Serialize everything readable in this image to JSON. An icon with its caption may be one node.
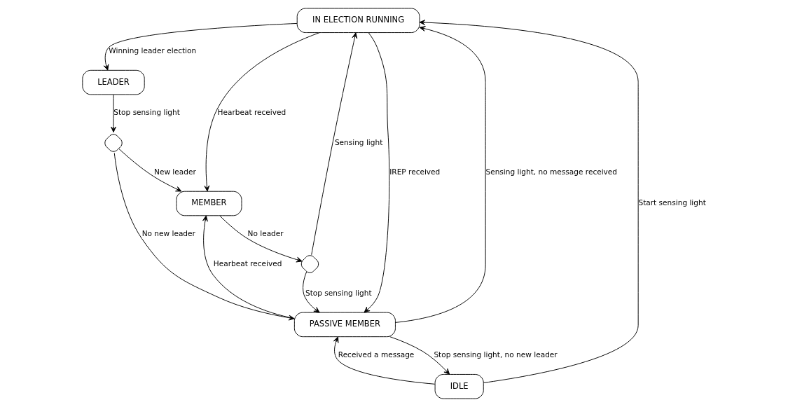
{
  "diagram": {
    "nodes": [
      {
        "text": [
          "IN ELECTION RUNNING"
        ]
      },
      {
        "text": [
          "LEADER"
        ]
      },
      {
        "text": [
          "MEMBER"
        ]
      },
      {
        "text": [],
        "shape": "diamond"
      },
      {
        "text": [],
        "shape": "diamond"
      },
      {
        "text": [
          "PASSIVE MEMBER"
        ]
      },
      {
        "text": [
          "IDLE"
        ]
      }
    ],
    "edges": [
      {
        "from": 0,
        "to": 1,
        "arrow": "to",
        "label": "Winning leader election"
      },
      {
        "from": 0,
        "to": 2,
        "arrow": "to",
        "label": "Hearbeat received"
      },
      {
        "from": 3,
        "to": 0,
        "arrow": "to",
        "label": "Sensing light"
      },
      {
        "from": 1,
        "to": 4,
        "arrow": "to",
        "label": "Stop sensing light"
      },
      {
        "from": 4,
        "to": 2,
        "arrow": "to",
        "label": "New leader"
      },
      {
        "from": 2,
        "to": 3,
        "arrow": "to",
        "label": "No leader"
      },
      {
        "from": 3,
        "to": 5,
        "arrow": "to",
        "label": "Stop sensing light"
      },
      {
        "from": 5,
        "to": 0,
        "arrow": "to",
        "label": "Sensing light, no message received"
      },
      {
        "from": 0,
        "to": 5,
        "arrow": "to",
        "label": "IREP received"
      },
      {
        "from": 5,
        "to": 2,
        "arrow": "to",
        "label": "Hearbeat received"
      },
      {
        "from": 4,
        "to": 5,
        "arrow": "to",
        "label": "No new leader"
      },
      {
        "from": 5,
        "to": 6,
        "arrow": "to",
        "label": "Stop sensing light, no new leader"
      },
      {
        "from": 6,
        "to": 0,
        "arrow": "to",
        "label": "Start sensing light"
      },
      {
        "from": 6,
        "to": 5,
        "arrow": "to",
        "label": "Received a message"
      }
    ]
  }
}
